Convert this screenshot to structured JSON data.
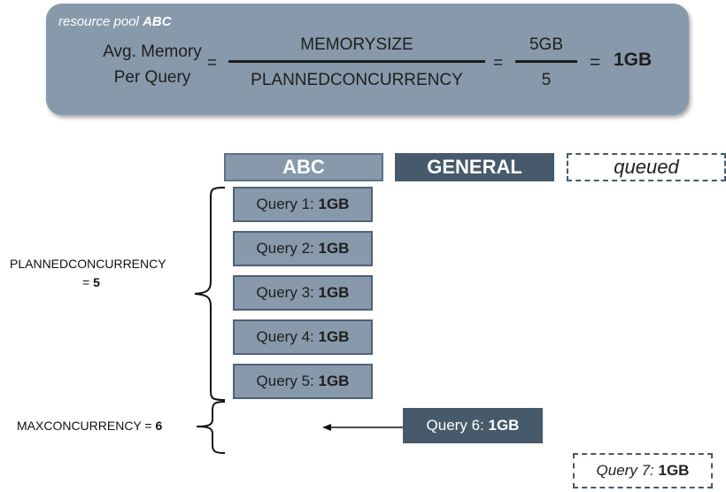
{
  "formula": {
    "pool_prefix": "resource pool",
    "pool_name": "ABC",
    "lhs_line1": "Avg. Memory",
    "lhs_line2": "Per Query",
    "eq1": "=",
    "numerator": "MEMORYSIZE",
    "denominator": "PLANNEDCONCURRENCY",
    "eq2": "=",
    "num_value": "5GB",
    "den_value": "5",
    "eq3": "=",
    "result": "1GB"
  },
  "columns": {
    "abc": "ABC",
    "general": "GENERAL",
    "queued": "queued"
  },
  "queries_abc": [
    {
      "label": "Query 1:",
      "mem": "1GB"
    },
    {
      "label": "Query 2:",
      "mem": "1GB"
    },
    {
      "label": "Query 3:",
      "mem": "1GB"
    },
    {
      "label": "Query 4:",
      "mem": "1GB"
    },
    {
      "label": "Query 5:",
      "mem": "1GB"
    }
  ],
  "query_general": {
    "label": "Query 6:",
    "mem": "1GB"
  },
  "query_queued": {
    "label": "Query 7:",
    "mem": "1GB"
  },
  "annotations": {
    "planned_label": "PLANNEDCONCURRENCY",
    "planned_eq": "=",
    "planned_value": "5",
    "max_label": "MAXCONCURRENCY =",
    "max_value": "6"
  },
  "colors": {
    "pool_fill": "#8799ab",
    "general_fill": "#465a6b",
    "ink": "#1e1e1e"
  }
}
